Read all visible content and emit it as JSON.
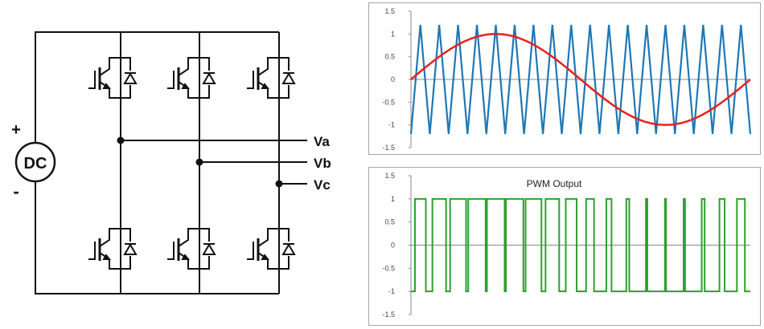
{
  "circuit": {
    "source_label": "DC",
    "plus_sign": "+",
    "minus_sign": "-",
    "outputs": [
      "Va",
      "Vb",
      "Vc"
    ]
  },
  "colors": {
    "carrier": "#1f77b4",
    "reference": "#e8201c",
    "pwm": "#2ca02c",
    "wire": "#111111"
  },
  "chart_data": [
    {
      "type": "line",
      "title": "",
      "ylim": [
        -1.5,
        1.5
      ],
      "yticks": [
        "1.5",
        "1",
        "0.5",
        "0",
        "-0.5",
        "-1",
        "-1.5"
      ],
      "grid": false,
      "series": [
        {
          "kind": "carrier-triangle",
          "amplitude": 1.2,
          "cycles": 18
        },
        {
          "kind": "reference-sine",
          "amplitude": 1.0,
          "cycles": 1
        }
      ]
    },
    {
      "type": "line",
      "title": "PWM Output",
      "ylim": [
        -1.5,
        1.5
      ],
      "yticks": [
        "1.5",
        "1",
        "0.5",
        "0",
        "-0.5",
        "-1",
        "-1.5"
      ],
      "grid": false,
      "series": [
        {
          "kind": "pwm-square",
          "levels": [
            -1,
            1
          ],
          "pulses": 18
        }
      ]
    }
  ]
}
